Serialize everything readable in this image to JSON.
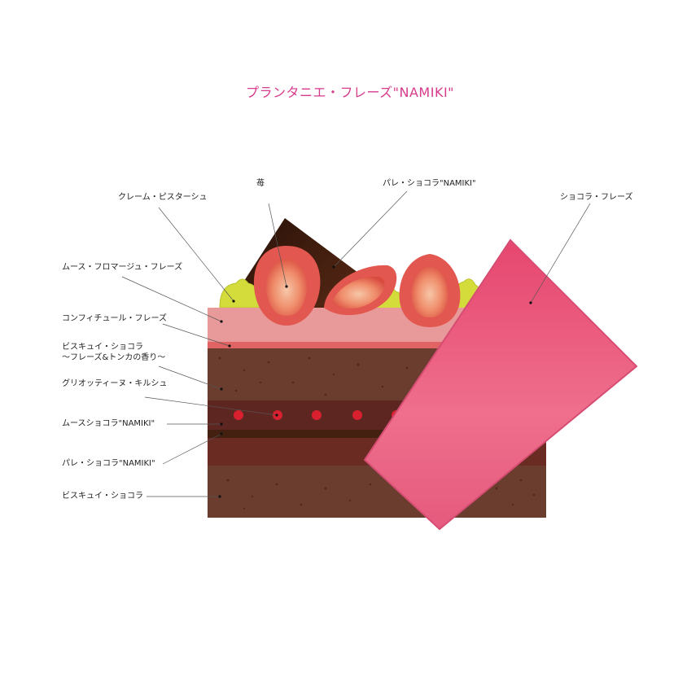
{
  "title": "プランタニエ・フレーズ\"NAMIKI\"",
  "colors": {
    "title": "#d63b8c",
    "biscuit": "#6b3d2e",
    "mousse_chocolat": "#5e2621",
    "pave": "#4a2417",
    "confiture": "#e06464",
    "mousse_fromage": "#e8999a",
    "strawberry": "#e2574f",
    "pistachio_cream": "#d2dd3e",
    "chocolate_plaque": "#4a1f12",
    "chocolat_fraise": "#e06489",
    "griotte": "#d8202f"
  },
  "labels": {
    "strawberry": "苺",
    "creme_pistache": "クレーム・ピスターシュ",
    "pave_top": "パレ・ショコラ\"NAMIKI\"",
    "chocolat_fraise": "ショコラ・フレーズ",
    "mousse_fromage": "ムース・フロマージュ・フレーズ",
    "confiture": "コンフィチュール・フレーズ",
    "biscuit_top_line1": "ビスキュイ・ショコラ",
    "biscuit_top_line2": "～フレーズ&トンカの香り～",
    "griotte": "グリオッティーヌ・キルシュ",
    "mousse_chocolat": "ムースショコラ\"NAMIKI\"",
    "pave_mid": "パレ・ショコラ\"NAMIKI\"",
    "biscuit_bottom": "ビスキュイ・ショコラ"
  }
}
